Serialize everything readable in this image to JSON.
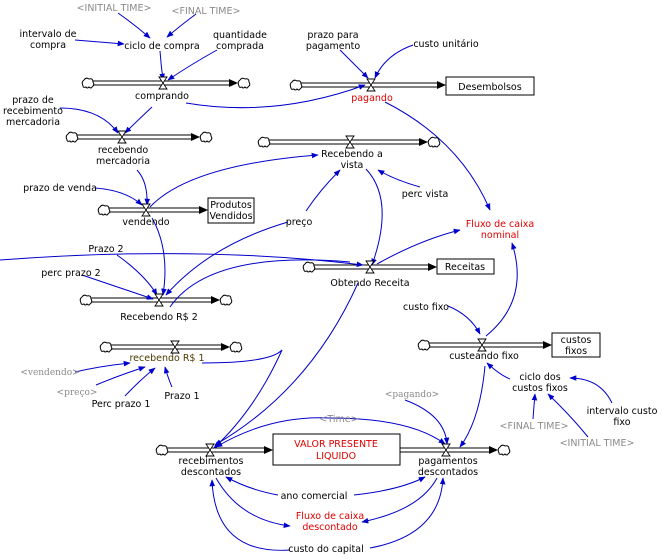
{
  "diagram": {
    "type": "stock-and-flow",
    "colors": {
      "link": "#0000cc",
      "highlight_text": "#e00000",
      "shadow_variable": "#8a8a8a",
      "default_text": "#000000"
    },
    "stocks": {
      "desembolsos": "Desembolsos",
      "produtos_vendidos": [
        "Produtos",
        "Vendidos"
      ],
      "receitas": "Receitas",
      "custos_fixos": [
        "custos",
        "fixos"
      ],
      "valor_presente_liquido": [
        "VALOR PRESENTE",
        "LIQUIDO"
      ]
    },
    "flows": {
      "comprando": "comprando",
      "pagando": "pagando",
      "recebendo_mercadoria": [
        "recebendo",
        "mercadoria"
      ],
      "recebendo_a_vista": [
        "Recebendo a",
        "vista"
      ],
      "vendendo": "vendendo",
      "obtendo_receita": "Obtendo Receita",
      "recebendo_rs2": "Recebendo R$ 2",
      "recebendo_rs1": "recebendo R$ 1",
      "custeando_fixo": "custeando fixo",
      "recebimentos_descontados": [
        "recebimentos",
        "descontados"
      ],
      "pagamentos_descontados": [
        "pagamentos",
        "descontados"
      ]
    },
    "variables": {
      "intervalo_de_compra": [
        "intervalo de",
        "compra"
      ],
      "ciclo_de_compra": "ciclo de compra",
      "quantidade_comprada": [
        "quantidade",
        "comprada"
      ],
      "prazo_para_pagamento": [
        "prazo para",
        "pagamento"
      ],
      "custo_unitario": "custo unitário",
      "prazo_de_recebimento_mercadoria": [
        "prazo de",
        "recebimento",
        "mercadoria"
      ],
      "prazo_de_venda": "prazo de venda",
      "perc_vista": "perc vista",
      "preco": "preço",
      "fluxo_de_caixa_nominal": [
        "Fluxo de caixa",
        "nominal"
      ],
      "prazo_2": "Prazo 2",
      "perc_prazo_2": "perc prazo 2",
      "perc_prazo_1": "Perc prazo 1",
      "prazo_1": "Prazo 1",
      "custo_fixo": "custo fixo",
      "ciclo_dos_custos_fixos": [
        "ciclo dos",
        "custos fixos"
      ],
      "intervalo_custo_fixo": [
        "intervalo custo",
        "fixo"
      ],
      "ano_comercial": "ano comercial",
      "fluxo_de_caixa_descontado": [
        "Fluxo de caixa",
        "descontado"
      ],
      "custo_do_capital": "custo do capital"
    },
    "shadow_variables": {
      "initial_time_top": "<INITIAL TIME>",
      "final_time_top": "<FINAL TIME>",
      "vendendo": "<vendendo>",
      "preco": "<preço>",
      "pagando": "<pagando>",
      "time": "<Time>",
      "final_time_bottom": "<FINAL TIME>",
      "initial_time_bottom": "<INITIAL TIME>"
    }
  }
}
